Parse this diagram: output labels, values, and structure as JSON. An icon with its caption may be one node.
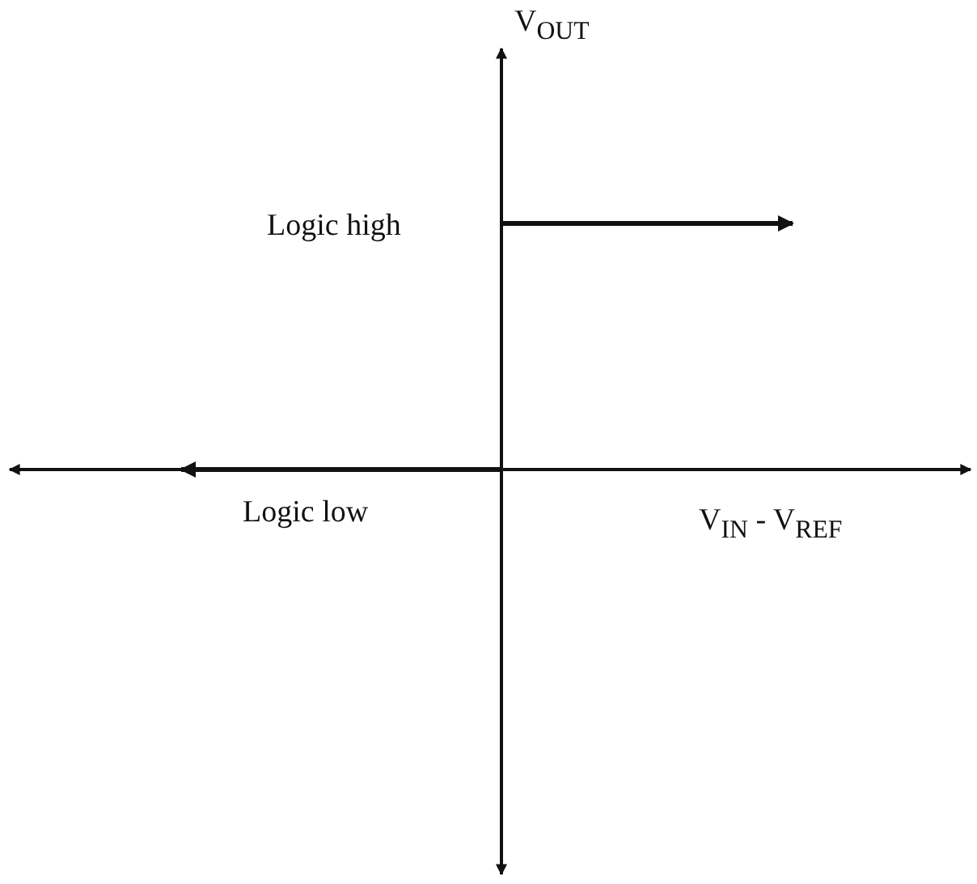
{
  "diagram": {
    "labels": [
      "V$_{OUT}$",
      "Logic high",
      "Logic low",
      "V$_{IN}$ - V$_{REF}$"
    ]
  }
}
